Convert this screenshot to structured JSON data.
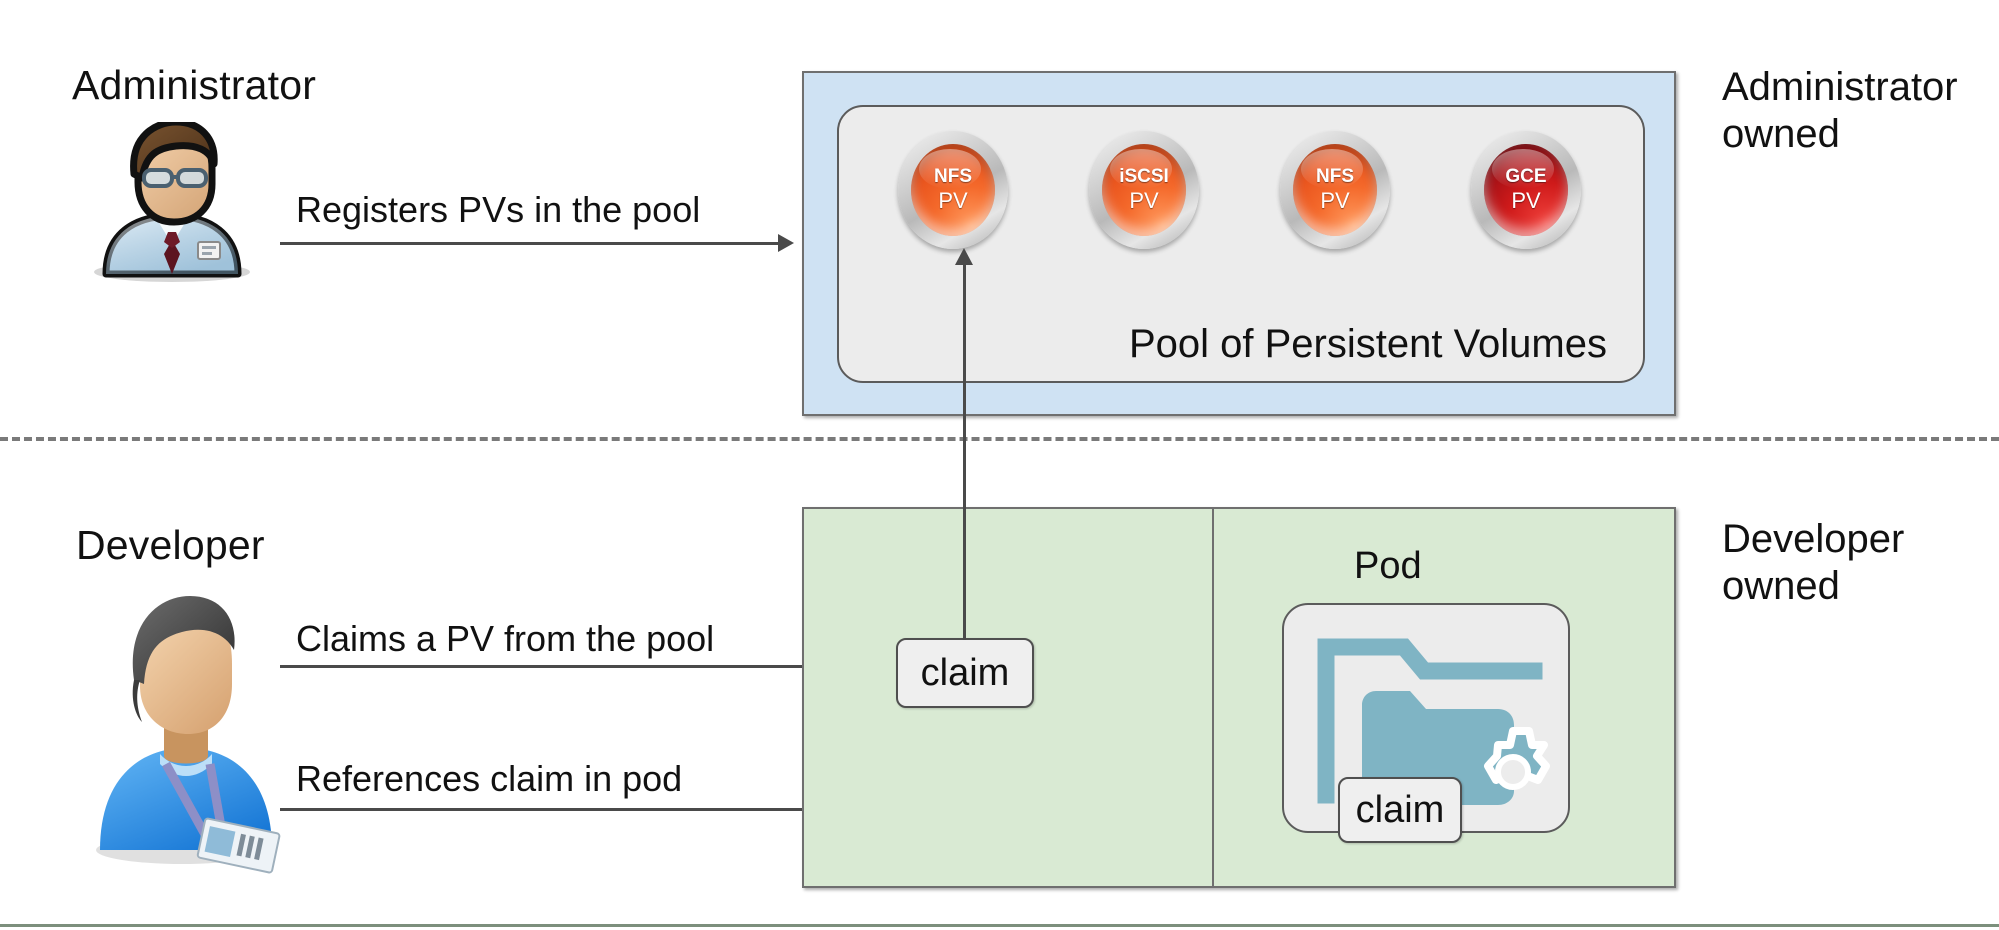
{
  "diagram": {
    "title_admin": "Administrator",
    "title_developer": "Developer",
    "owner_admin": "Administrator\nowned",
    "owner_developer": "Developer\nowned",
    "pool_caption": "Pool of Persistent Volumes",
    "pod_caption": "Pod"
  },
  "persistent_volumes": [
    {
      "name": "NFS",
      "kind": "PV",
      "color": "#ee5622",
      "style": "orange"
    },
    {
      "name": "iSCSI",
      "kind": "PV",
      "color": "#ee5622",
      "style": "orange"
    },
    {
      "name": "NFS",
      "kind": "PV",
      "color": "#ee5622",
      "style": "orange"
    },
    {
      "name": "GCE",
      "kind": "PV",
      "color": "#b11116",
      "style": "red"
    }
  ],
  "arrows": [
    {
      "id": "registers",
      "label": "Registers PVs in the pool"
    },
    {
      "id": "claims",
      "label": "Claims a PV from the pool"
    },
    {
      "id": "references",
      "label": "References claim in pod"
    }
  ],
  "claims": {
    "pool_claim": "claim",
    "pod_claim": "claim"
  },
  "icons": {
    "admin_avatar": "administrator-avatar-icon",
    "developer_avatar": "developer-avatar-icon",
    "pod_volume": "folder-gear-icon"
  },
  "colors": {
    "admin_panel": "#cfe2f3",
    "developer_panel": "#d9ead3",
    "inner_panel": "#ececec",
    "border": "#6f6f6f",
    "pod_icon": "#7fb4c4",
    "line": "#4a4a4a"
  }
}
